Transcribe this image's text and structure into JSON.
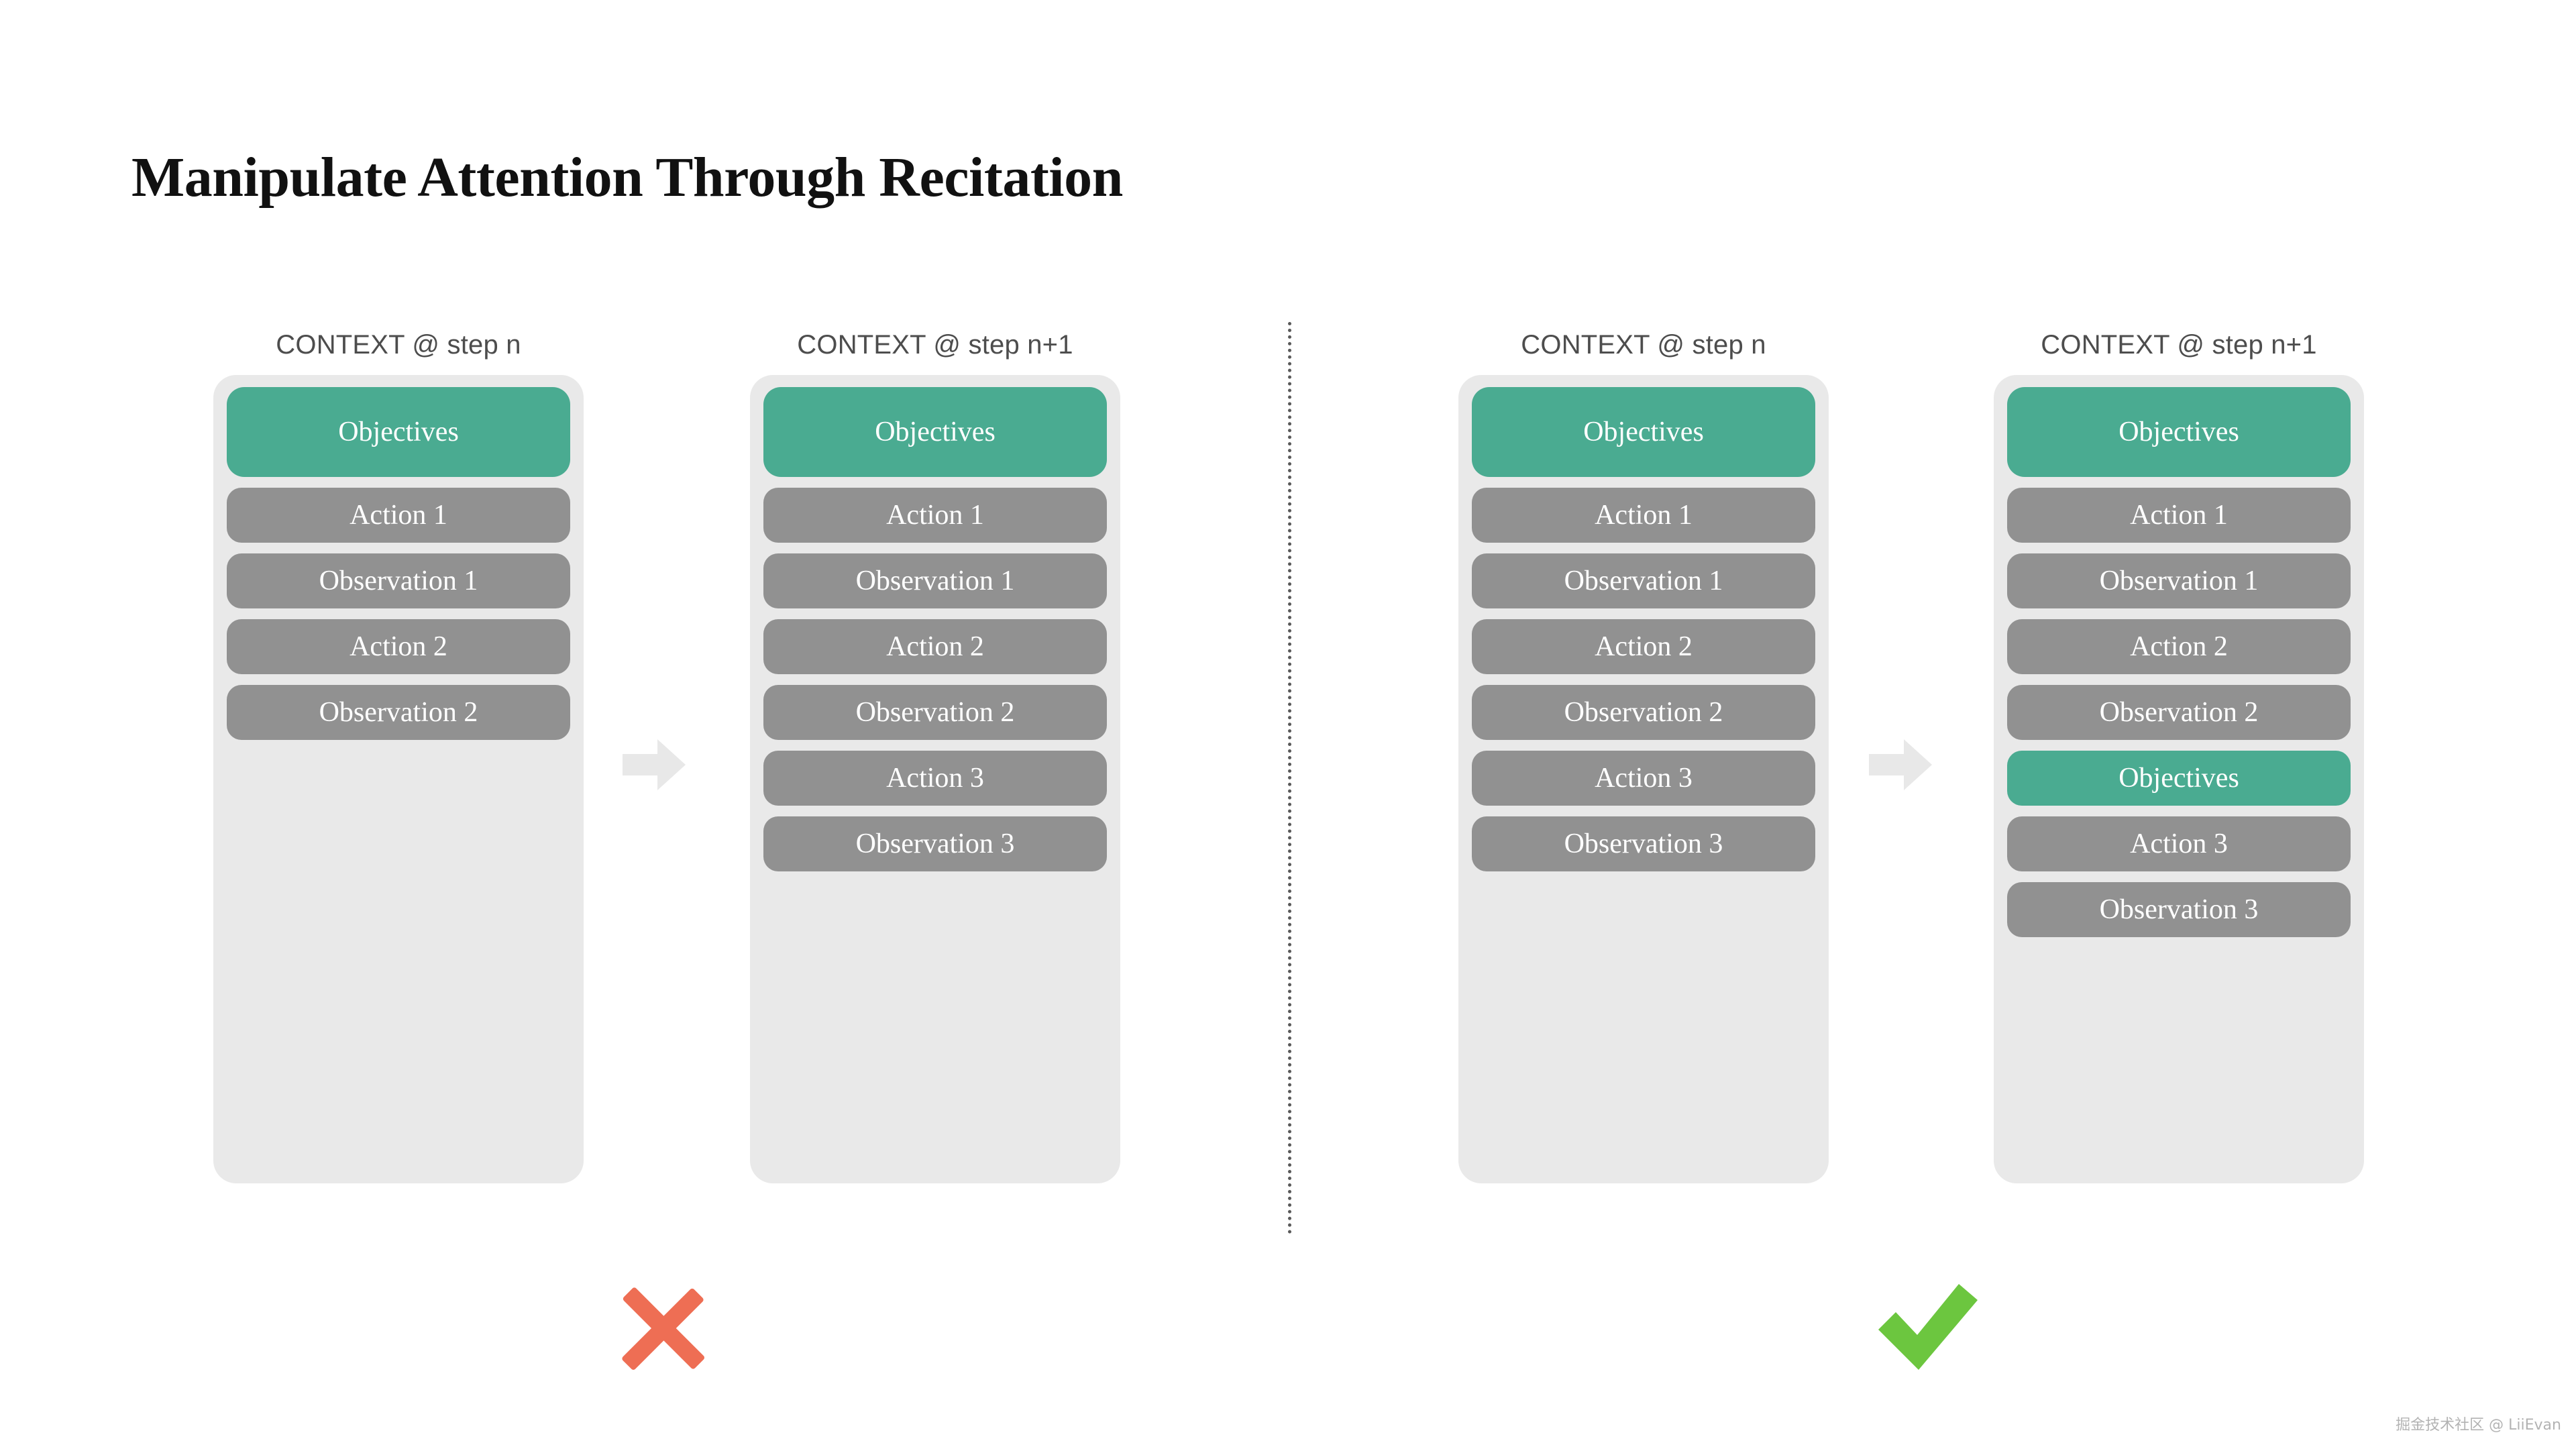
{
  "page": {
    "title": "Manipulate Attention Through Recitation",
    "background_color": "#ffffff",
    "watermark": "掘金技术社区 @ LiiEvan"
  },
  "colors": {
    "accent_green": "#4aab91",
    "row_gray": "#919191",
    "panel_gray": "#e9e9e9",
    "arrow_gray": "#e8e8e8",
    "bad_red": "#ee6e54",
    "good_green": "#6cc63f",
    "divider_gray": "#595959",
    "header_text": "#4d4d4d",
    "title_text": "#111111"
  },
  "columns": [
    {
      "id": "left-step-n",
      "header": "CONTEXT @ step n",
      "rows": [
        {
          "label": "Objectives",
          "kind": "green"
        },
        {
          "label": "Action 1",
          "kind": "gray"
        },
        {
          "label": "Observation 1",
          "kind": "gray"
        },
        {
          "label": "Action 2",
          "kind": "gray"
        },
        {
          "label": "Observation 2",
          "kind": "gray"
        }
      ]
    },
    {
      "id": "left-step-n-plus-1",
      "header": "CONTEXT @ step n+1",
      "rows": [
        {
          "label": "Objectives",
          "kind": "green"
        },
        {
          "label": "Action 1",
          "kind": "gray"
        },
        {
          "label": "Observation 1",
          "kind": "gray"
        },
        {
          "label": "Action 2",
          "kind": "gray"
        },
        {
          "label": "Observation 2",
          "kind": "gray"
        },
        {
          "label": "Action 3",
          "kind": "gray"
        },
        {
          "label": "Observation 3",
          "kind": "gray"
        }
      ]
    },
    {
      "id": "right-step-n",
      "header": "CONTEXT @ step n",
      "rows": [
        {
          "label": "Objectives",
          "kind": "green"
        },
        {
          "label": "Action 1",
          "kind": "gray"
        },
        {
          "label": "Observation 1",
          "kind": "gray"
        },
        {
          "label": "Action 2",
          "kind": "gray"
        },
        {
          "label": "Observation 2",
          "kind": "gray"
        },
        {
          "label": "Action 3",
          "kind": "gray"
        },
        {
          "label": "Observation 3",
          "kind": "gray"
        }
      ]
    },
    {
      "id": "right-step-n-plus-1",
      "header": "CONTEXT @ step n+1",
      "rows": [
        {
          "label": "Objectives",
          "kind": "green"
        },
        {
          "label": "Action 1",
          "kind": "gray"
        },
        {
          "label": "Observation 1",
          "kind": "gray"
        },
        {
          "label": "Action 2",
          "kind": "gray"
        },
        {
          "label": "Observation 2",
          "kind": "gray"
        },
        {
          "label": "Objectives",
          "kind": "green-inline"
        },
        {
          "label": "Action 3",
          "kind": "gray"
        },
        {
          "label": "Observation 3",
          "kind": "gray"
        }
      ]
    }
  ],
  "arrows": [
    {
      "id": "arrow-left",
      "icon": "right-arrow-icon"
    },
    {
      "id": "arrow-right",
      "icon": "right-arrow-icon"
    }
  ],
  "verdicts": [
    {
      "id": "verdict-bad",
      "icon": "cross-mark-icon",
      "meaning": "incorrect"
    },
    {
      "id": "verdict-good",
      "icon": "check-mark-icon",
      "meaning": "correct"
    }
  ],
  "divider": {
    "style": "dotted-vertical"
  }
}
